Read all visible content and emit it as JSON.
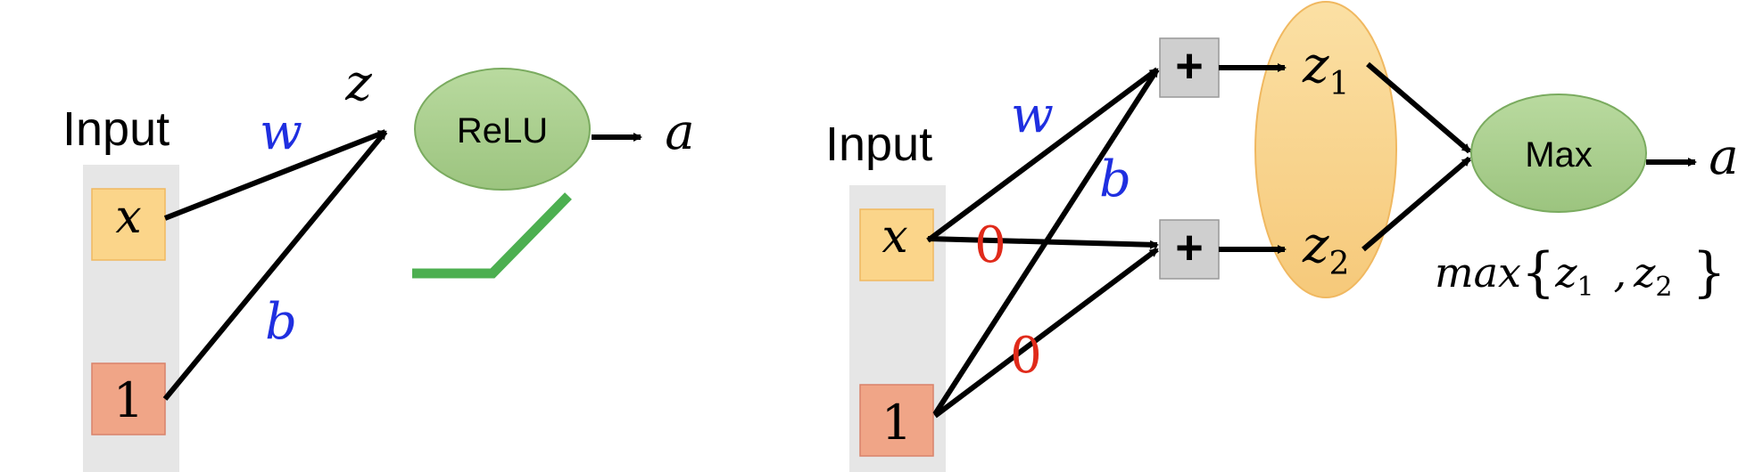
{
  "left": {
    "input_label": "Input",
    "input_x": "x",
    "input_one": "1",
    "weight_w": "w",
    "bias_b": "b",
    "z_label": "z",
    "node_label": "ReLU",
    "output_a": "a"
  },
  "right": {
    "input_label": "Input",
    "input_x": "x",
    "input_one": "1",
    "weight_w": "w",
    "bias_b": "b",
    "zero_top": "0",
    "zero_bottom": "0",
    "plus_top": "+",
    "plus_bottom": "+",
    "z1": "z",
    "z1_sub": "1",
    "z2": "z",
    "z2_sub": "2",
    "node_label": "Max",
    "output_a": "a",
    "formula": {
      "max": "max",
      "open": "{",
      "z": "z",
      "sub1": "1",
      "comma": ",",
      "z2": "z",
      "sub2": "2",
      "close": "}"
    }
  },
  "colors": {
    "blue": "#1f2fe0",
    "red": "#e02a1a",
    "green": "#4caf50",
    "node_green": "#a9cf8f",
    "input_x_fill": "#fbd58a",
    "input_one_fill": "#f0a587",
    "input_panel": "#e6e6e6",
    "plus_box": "#cfcfcf",
    "ellipse_fill": "#f9d58f"
  }
}
